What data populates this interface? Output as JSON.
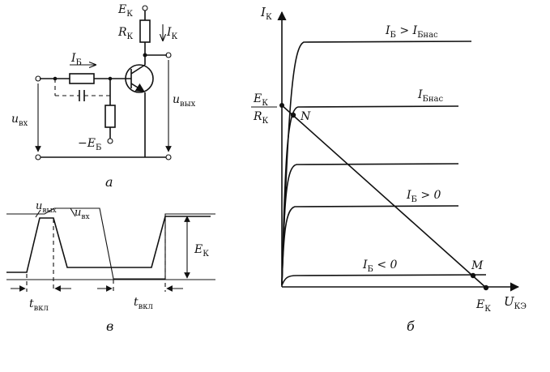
{
  "figure_a": {
    "caption": "а",
    "supply": "E",
    "supply_sub": "К",
    "collector_resistor": "R",
    "collector_resistor_sub": "К",
    "collector_current": "I",
    "collector_current_sub": "К",
    "base_current": "I",
    "base_current_sub": "Б",
    "input_voltage": "u",
    "input_voltage_sub": "вх",
    "output_voltage": "u",
    "output_voltage_sub": "вых",
    "bias_source": "−E",
    "bias_source_sub": "Б"
  },
  "figure_b": {
    "caption": "б",
    "y_axis_label": "I",
    "y_axis_sub": "К",
    "x_axis_label": "U",
    "x_axis_sub": "КЭ",
    "y_intercept_num": "E",
    "y_intercept_num_sub": "К",
    "y_intercept_den": "R",
    "y_intercept_den_sub": "К",
    "x_intercept": "E",
    "x_intercept_sub": "К",
    "point_n": "N",
    "point_m": "M",
    "curve_labels": [
      {
        "main": "I",
        "sub": "Б",
        "rel": " > I",
        "sub2": "Бнас"
      },
      {
        "main": "I",
        "sub": "Бнас",
        "rel": "",
        "sub2": ""
      },
      {
        "main": "I",
        "sub": "Б",
        "rel": " > 0",
        "sub2": ""
      },
      {
        "main": "I",
        "sub": "Б",
        "rel": " < 0",
        "sub2": ""
      }
    ]
  },
  "figure_v": {
    "caption": "в",
    "output_label": "u",
    "output_sub": "вых",
    "input_label": "u",
    "input_sub": "вх",
    "amplitude": "E",
    "amplitude_sub": "К",
    "switch_time_1": "t",
    "switch_time_1_sub": "вкл",
    "switch_time_2": "t",
    "switch_time_2_sub": "вкл"
  }
}
